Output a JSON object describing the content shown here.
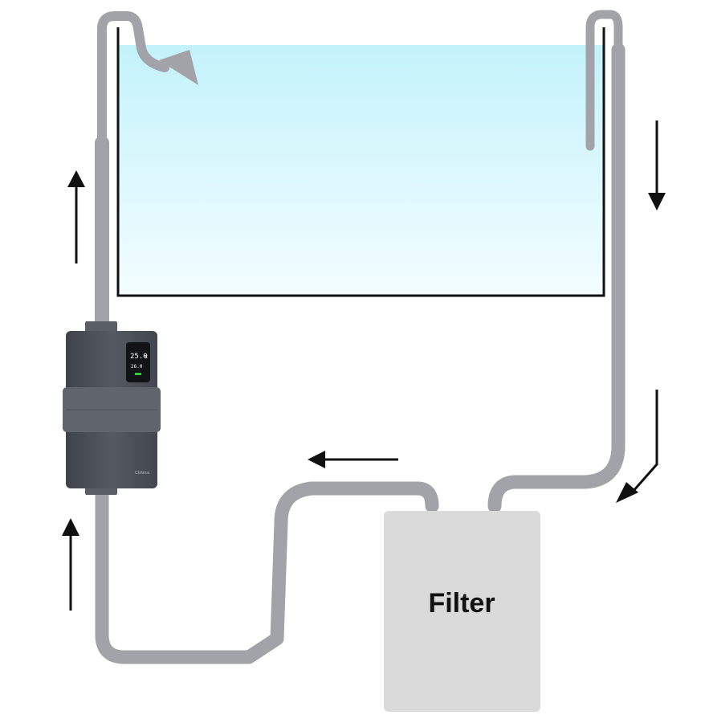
{
  "filter": {
    "label": "Filter"
  },
  "heater": {
    "brand": "Chihiros",
    "display_temp": "25.0",
    "display_unit": "°C",
    "display_sub": "26.0"
  },
  "colors": {
    "water_top": "#c3f2fb",
    "water_bottom": "#eefcff",
    "hose": "#a2a3a8",
    "tank_outline": "#111111",
    "filter_box": "#dadada",
    "heater_body": "#4c5058",
    "arrow": "#111111"
  },
  "icons": {
    "flow_arrows": [
      "arrow-up-icon",
      "arrow-up-icon",
      "arrow-down-icon",
      "arrow-down-left-icon",
      "arrow-left-icon"
    ]
  }
}
